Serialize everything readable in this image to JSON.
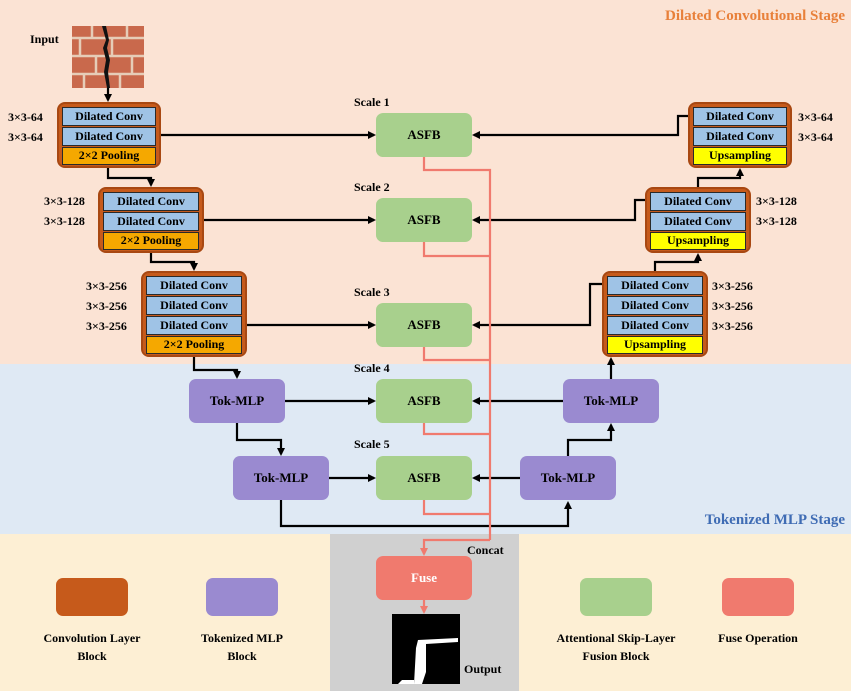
{
  "stages": {
    "conv": "Dilated Convolutional Stage",
    "mlp": "Tokenized MLP Stage"
  },
  "labels": {
    "input": "Input",
    "output": "Output",
    "concat": "Concat",
    "scale1": "Scale 1",
    "scale2": "Scale 2",
    "scale3": "Scale 3",
    "scale4": "Scale 4",
    "scale5": "Scale 5"
  },
  "blocks": {
    "dilated_conv": "Dilated Conv",
    "pooling": "2×2 Pooling",
    "upsampling": "Upsampling",
    "asfb": "ASFB",
    "tok_mlp": "Tok-MLP",
    "fuse": "Fuse"
  },
  "dims": {
    "d64": "3×3-64",
    "d128": "3×3-128",
    "d256": "3×3-256"
  },
  "legend": {
    "conv": [
      "Convolution Layer",
      "Block"
    ],
    "tok": [
      "Tokenized MLP",
      "Block"
    ],
    "asfb": [
      "Attentional Skip-Layer",
      "Fusion Block"
    ],
    "fuse": "Fuse Operation"
  },
  "colors": {
    "conv_stage_bg": "#fbe3d4",
    "mlp_stage_bg": "#dfe9f4",
    "legend_bg": "#fdefd4",
    "conv_block": "#c65a1b",
    "tok_mlp": "#9a8ad0",
    "asfb": "#a8d08d",
    "fuse": "#f07a6e",
    "pooling": "#f5a800",
    "upsampling": "#ffff00",
    "conv_row": "#9fc3e6"
  }
}
